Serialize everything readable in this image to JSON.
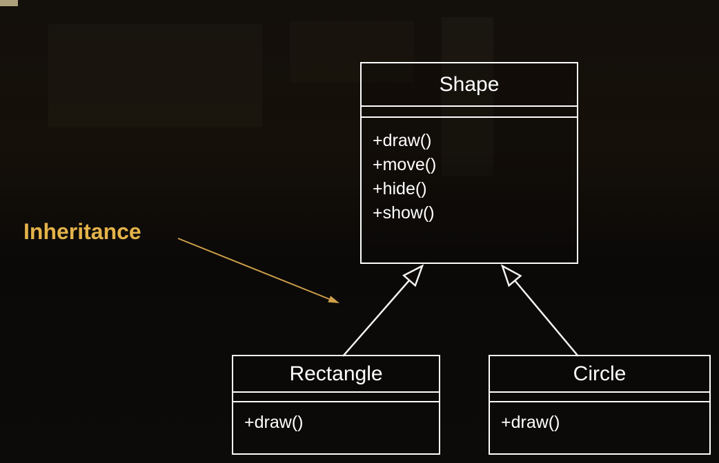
{
  "inheritance_label": "Inheritance",
  "classes": {
    "shape": {
      "name": "Shape",
      "methods": [
        "+draw()",
        "+move()",
        "+hide()",
        "+show()"
      ]
    },
    "rectangle": {
      "name": "Rectangle",
      "methods": [
        "+draw()"
      ]
    },
    "circle": {
      "name": "Circle",
      "methods": [
        "+draw()"
      ]
    }
  },
  "relationships": [
    {
      "from": "Rectangle",
      "to": "Shape",
      "type": "inheritance"
    },
    {
      "from": "Circle",
      "to": "Shape",
      "type": "inheritance"
    }
  ],
  "colors": {
    "background": "#0d0a07",
    "box_border": "#ffffff",
    "box_text": "#ffffff",
    "label_text": "#e3b24a",
    "label_arrow": "#cfa04a",
    "inheritance_arrow": "#f2f2f2"
  }
}
